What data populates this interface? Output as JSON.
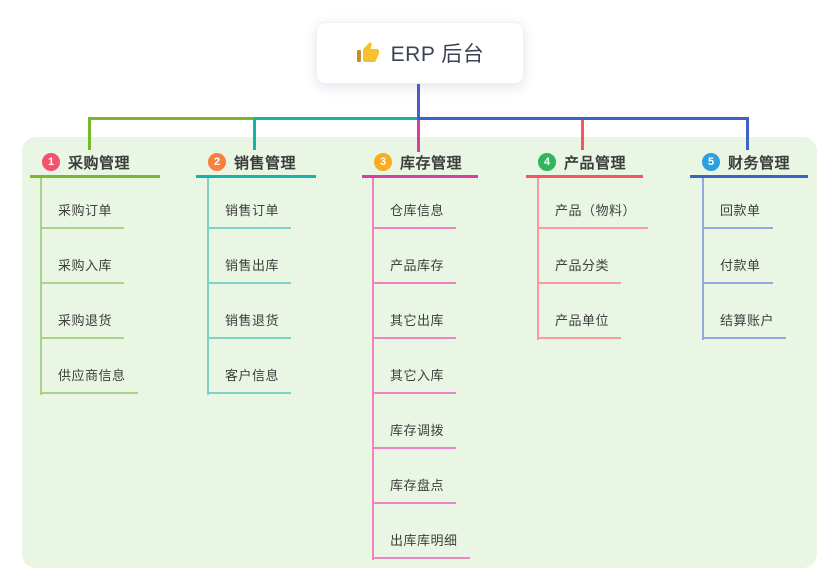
{
  "root": {
    "icon": "thumbs-up",
    "title": "ERP 后台"
  },
  "branches": [
    {
      "index": "1",
      "label": "采购管理",
      "badge_color": "#f4516c",
      "line_color": "#76b82e",
      "light_color": "#a8d487",
      "children": [
        "采购订单",
        "采购入库",
        "采购退货",
        "供应商信息"
      ]
    },
    {
      "index": "2",
      "label": "销售管理",
      "badge_color": "#f87f3d",
      "line_color": "#16b3a8",
      "light_color": "#80d1ca",
      "children": [
        "销售订单",
        "销售出库",
        "销售退货",
        "客户信息"
      ]
    },
    {
      "index": "3",
      "label": "库存管理",
      "badge_color": "#fbab1f",
      "line_color": "#d63f9e",
      "light_color": "#ee85c3",
      "children": [
        "仓库信息",
        "产品库存",
        "其它出库",
        "其它入库",
        "库存调拨",
        "库存盘点",
        "出库库明细"
      ]
    },
    {
      "index": "4",
      "label": "产品管理",
      "badge_color": "#2eb55d",
      "line_color": "#f8555e",
      "light_color": "#f79b9b",
      "children": [
        "产品（物料）",
        "产品分类",
        "产品单位"
      ]
    },
    {
      "index": "5",
      "label": "财务管理",
      "badge_color": "#2d9fe0",
      "line_color": "#3e63c6",
      "light_color": "#92a9e0",
      "children": [
        "回款单",
        "付款单",
        "结算账户"
      ]
    }
  ],
  "colors": {
    "canvas_bg": "#ffffff",
    "panel_bg": "#e9f6e3",
    "stem_blue": "#4a5ec9",
    "label_text": "#3c3c3c",
    "child_text": "#3e3e3e",
    "root_text": "#3b4456",
    "thumb_yellow": "#f7c02e",
    "thumb_cuff": "#c98e2a"
  }
}
